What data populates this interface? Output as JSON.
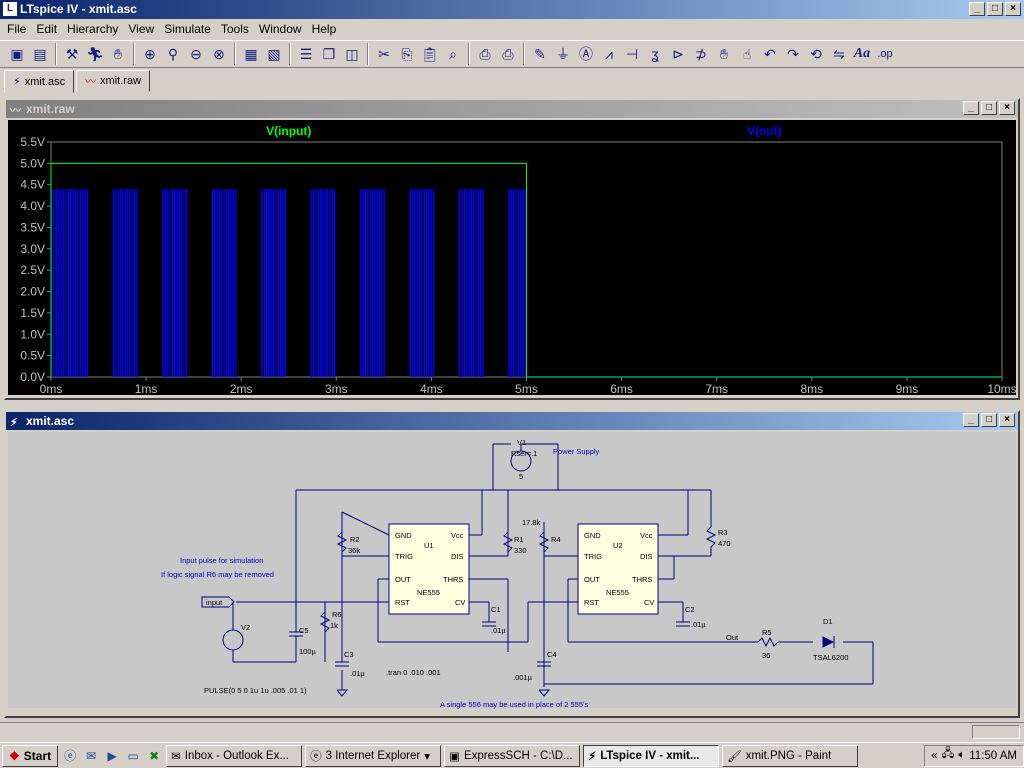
{
  "window": {
    "title": "LTspice IV - xmit.asc"
  },
  "menu": [
    "File",
    "Edit",
    "Hierarchy",
    "View",
    "Simulate",
    "Tools",
    "Window",
    "Help"
  ],
  "toolbar_icons": [
    "new-schematic-icon",
    "open-icon",
    "save-icon",
    "control-panel-icon",
    "run-icon",
    "halt-icon",
    "zoom-in-icon",
    "pan-icon",
    "zoom-out-icon",
    "zoom-cancel-icon",
    "autorange-icon",
    "zoom-fit-icon",
    "tile-horizontal-icon",
    "cascade-icon",
    "tile-vertical-icon",
    "cut-icon",
    "copy-icon",
    "paste-icon",
    "find-icon",
    "print-setup-icon",
    "print-icon",
    "draw-wire-icon",
    "ground-icon",
    "label-net-icon",
    "resistor-icon",
    "capacitor-icon",
    "inductor-icon",
    "diode-icon",
    "component-icon",
    "move-icon",
    "drag-icon",
    "undo-icon",
    "redo-icon",
    "rotate-icon",
    "mirror-icon",
    "text-icon",
    "spice-directive-icon"
  ],
  "tabs": [
    {
      "label": "xmit.asc"
    },
    {
      "label": "xmit.raw"
    }
  ],
  "plot_window": {
    "title": "xmit.raw"
  },
  "schematic_window": {
    "title": "xmit.asc"
  },
  "chart_data": {
    "type": "line",
    "series": [
      {
        "name": "V(input)",
        "color": "#00ff00",
        "description_points": [
          [
            0,
            0
          ],
          [
            0,
            5
          ],
          [
            5,
            5
          ],
          [
            5,
            0
          ],
          [
            10,
            0
          ]
        ]
      },
      {
        "name": "V(out)",
        "color": "#0000ff",
        "bursts_ms": [
          [
            0,
            0.4
          ],
          [
            0.65,
            0.92
          ],
          [
            1.17,
            1.44
          ],
          [
            1.69,
            1.96
          ],
          [
            2.21,
            2.48
          ],
          [
            2.73,
            3.0
          ],
          [
            3.25,
            3.52
          ],
          [
            3.77,
            4.04
          ],
          [
            4.29,
            4.56
          ],
          [
            4.81,
            5.0
          ]
        ],
        "high": 4.4,
        "low": 0
      }
    ],
    "x_ticks": [
      "0ms",
      "1ms",
      "2ms",
      "3ms",
      "4ms",
      "5ms",
      "6ms",
      "7ms",
      "8ms",
      "9ms",
      "10ms"
    ],
    "y_ticks": [
      "0.0V",
      "0.5V",
      "1.0V",
      "1.5V",
      "2.0V",
      "2.5V",
      "3.0V",
      "3.5V",
      "4.0V",
      "4.5V",
      "5.0V",
      "5.5V"
    ],
    "xlim": [
      0,
      10
    ],
    "ylim": [
      0,
      5.5
    ]
  },
  "schematic": {
    "v1_label": "V1",
    "v1_rser": "Rser=.1",
    "v1_value": "5",
    "power_supply": "Power Supply",
    "u1_name": "U1",
    "u2_name": "U2",
    "ic_model": "NE555",
    "pins_left": [
      "GND",
      "TRIG",
      "OUT",
      "RST"
    ],
    "pins_right": [
      "Vcc",
      "DIS",
      "THRS",
      "CV"
    ],
    "r2": "R2",
    "r2_val": "36k",
    "r1": "R1",
    "r1_val": "330",
    "r4": "R4",
    "r4_val": "17.8k",
    "r3": "R3",
    "r3_val": "470",
    "r6": "R6",
    "r6_val": "1k",
    "r5": "R5",
    "r5_val": "36",
    "c1": "C1",
    "c1_val": ".01µ",
    "c2": "C2",
    "c2_val": ".01µ",
    "c3": "C3",
    "c3_val": ".01µ",
    "c4": "C4",
    "c4_val": ".001µ",
    "c5": "C5",
    "c5_val": "100µ",
    "v2": "V2",
    "d1": "D1",
    "d1_val": "TSAL6200",
    "out_label": "Out",
    "input_label": "input",
    "note1": "Input pulse for simulation",
    "note2": "If logic signal R6 may be removed",
    "tran": ".tran 0 .010 .001",
    "pulse": "PULSE(0 5 0 1u 1u .005 .01 1)",
    "note3": "A single 556 may be used in place of 2 555's"
  },
  "taskbar": {
    "start": "Start",
    "tasks": [
      "Inbox - Outlook Ex...",
      "3 Internet Explorer",
      "ExpressSCH - C:\\D...",
      "LTspice IV - xmit...",
      "xmit.PNG - Paint"
    ],
    "clock": "11:50 AM"
  }
}
